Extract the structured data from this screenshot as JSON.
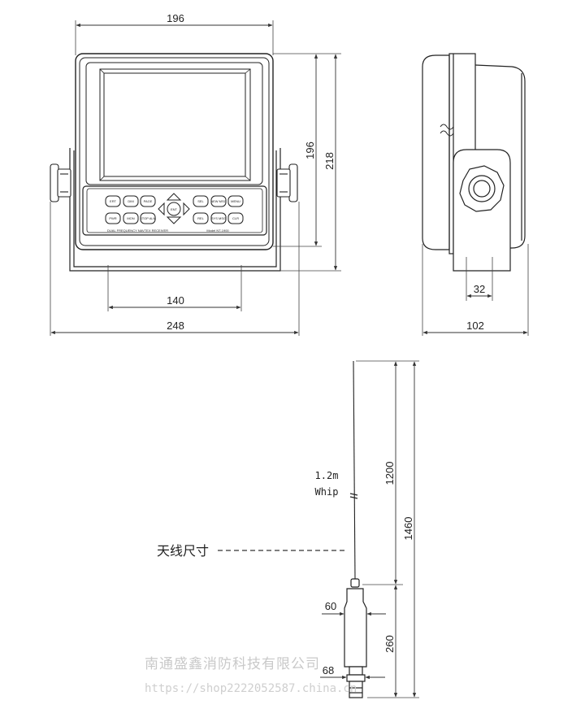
{
  "front_view": {
    "dim_width_top": "196",
    "dim_height_inner": "196",
    "dim_height_outer": "218",
    "dim_mount_span": "140",
    "dim_overall_width": "248",
    "keypad": {
      "row1": [
        "ERT",
        "DIM",
        "PAGE",
        "SEL",
        "NEW MSG",
        "MENU"
      ],
      "row2": [
        "PWR",
        "MON",
        "STOP ALM",
        "REL",
        "SYS MSG",
        "CLR"
      ],
      "center_key": "ENT"
    },
    "label_strip": "DUAL FREQUENCY NAVTEX RECEIVER",
    "model_label": "Model NT-1900"
  },
  "side_view": {
    "dim_bracket": "32",
    "dim_depth": "102"
  },
  "antenna": {
    "whip_label_1": "1.2m",
    "whip_label_2": "Whip",
    "dim_whip": "1200",
    "dim_total": "1460",
    "dim_base_height": "260",
    "dim_top_diameter": "60",
    "dim_bottom_diameter": "68",
    "caption": "天线尺寸"
  },
  "watermark": {
    "company": "南通盛鑫消防科技有限公司",
    "url": "https://shop2222052587.china.cn"
  }
}
